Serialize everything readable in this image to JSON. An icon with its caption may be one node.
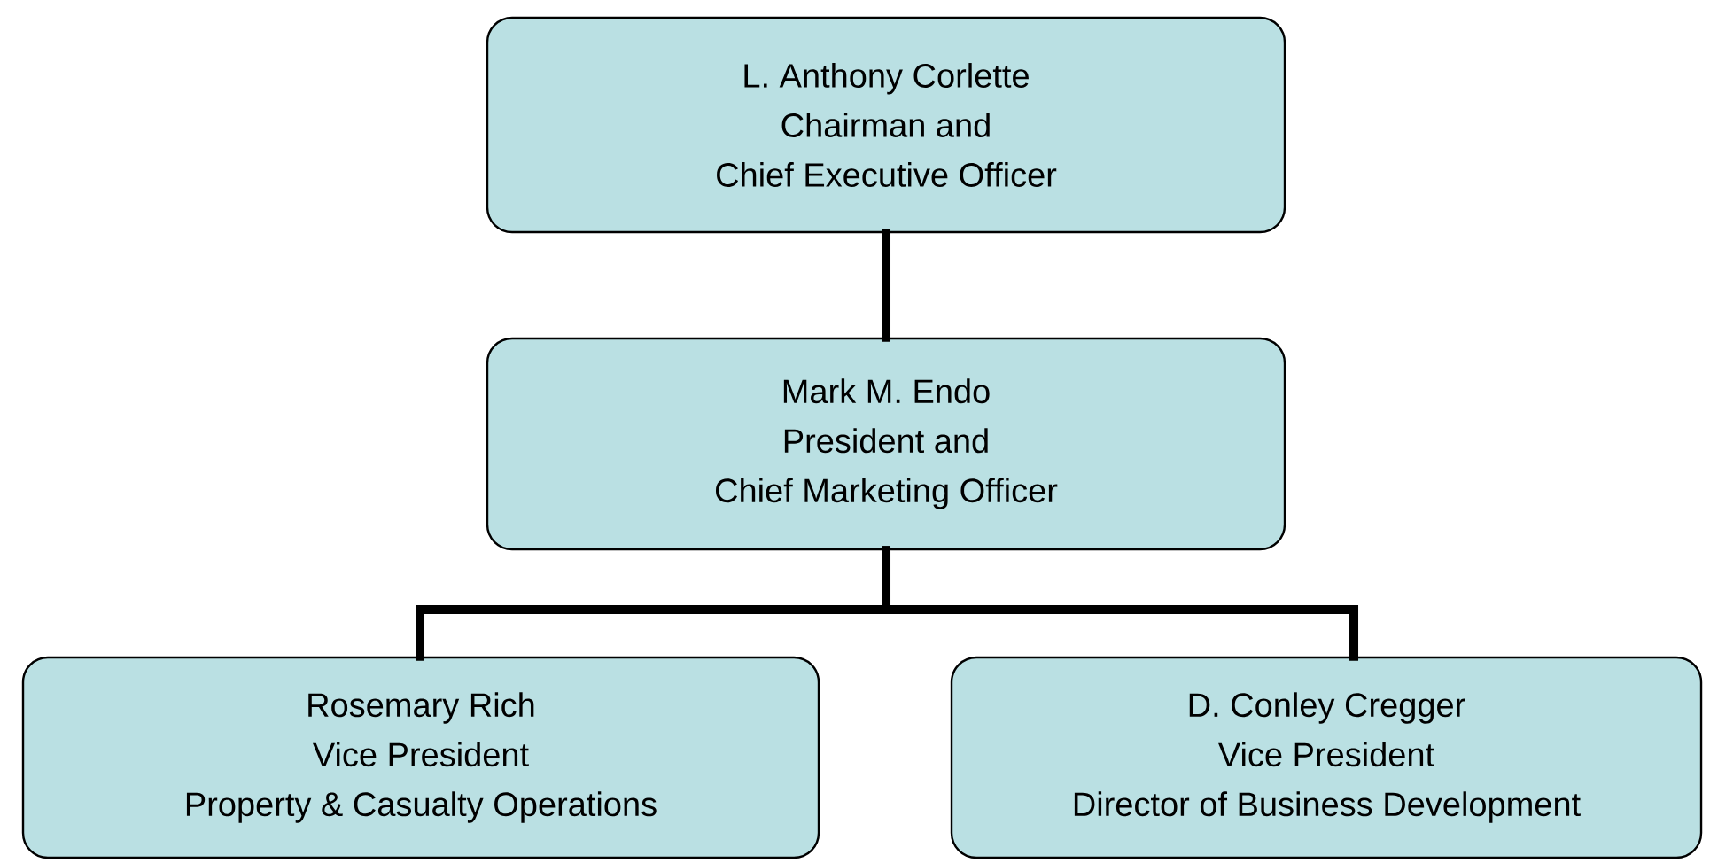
{
  "diagram": {
    "nodes": [
      {
        "text": [
          "L. Anthony Corlette",
          "Chairman and",
          "Chief Executive Officer"
        ]
      },
      {
        "text": [
          "Mark M. Endo",
          "President and",
          "Chief Marketing Officer"
        ]
      },
      {
        "text": [
          "Rosemary Rich",
          "Vice President",
          "Property & Casualty Operations"
        ]
      },
      {
        "text": [
          "D. Conley Cregger",
          "Vice President",
          "Director of Business Development"
        ]
      }
    ],
    "edges": [
      {
        "from": 0,
        "to": 1,
        "arrow": "none"
      },
      {
        "from": 1,
        "to": 2,
        "arrow": "none"
      },
      {
        "from": 1,
        "to": 3,
        "arrow": "none"
      }
    ]
  }
}
